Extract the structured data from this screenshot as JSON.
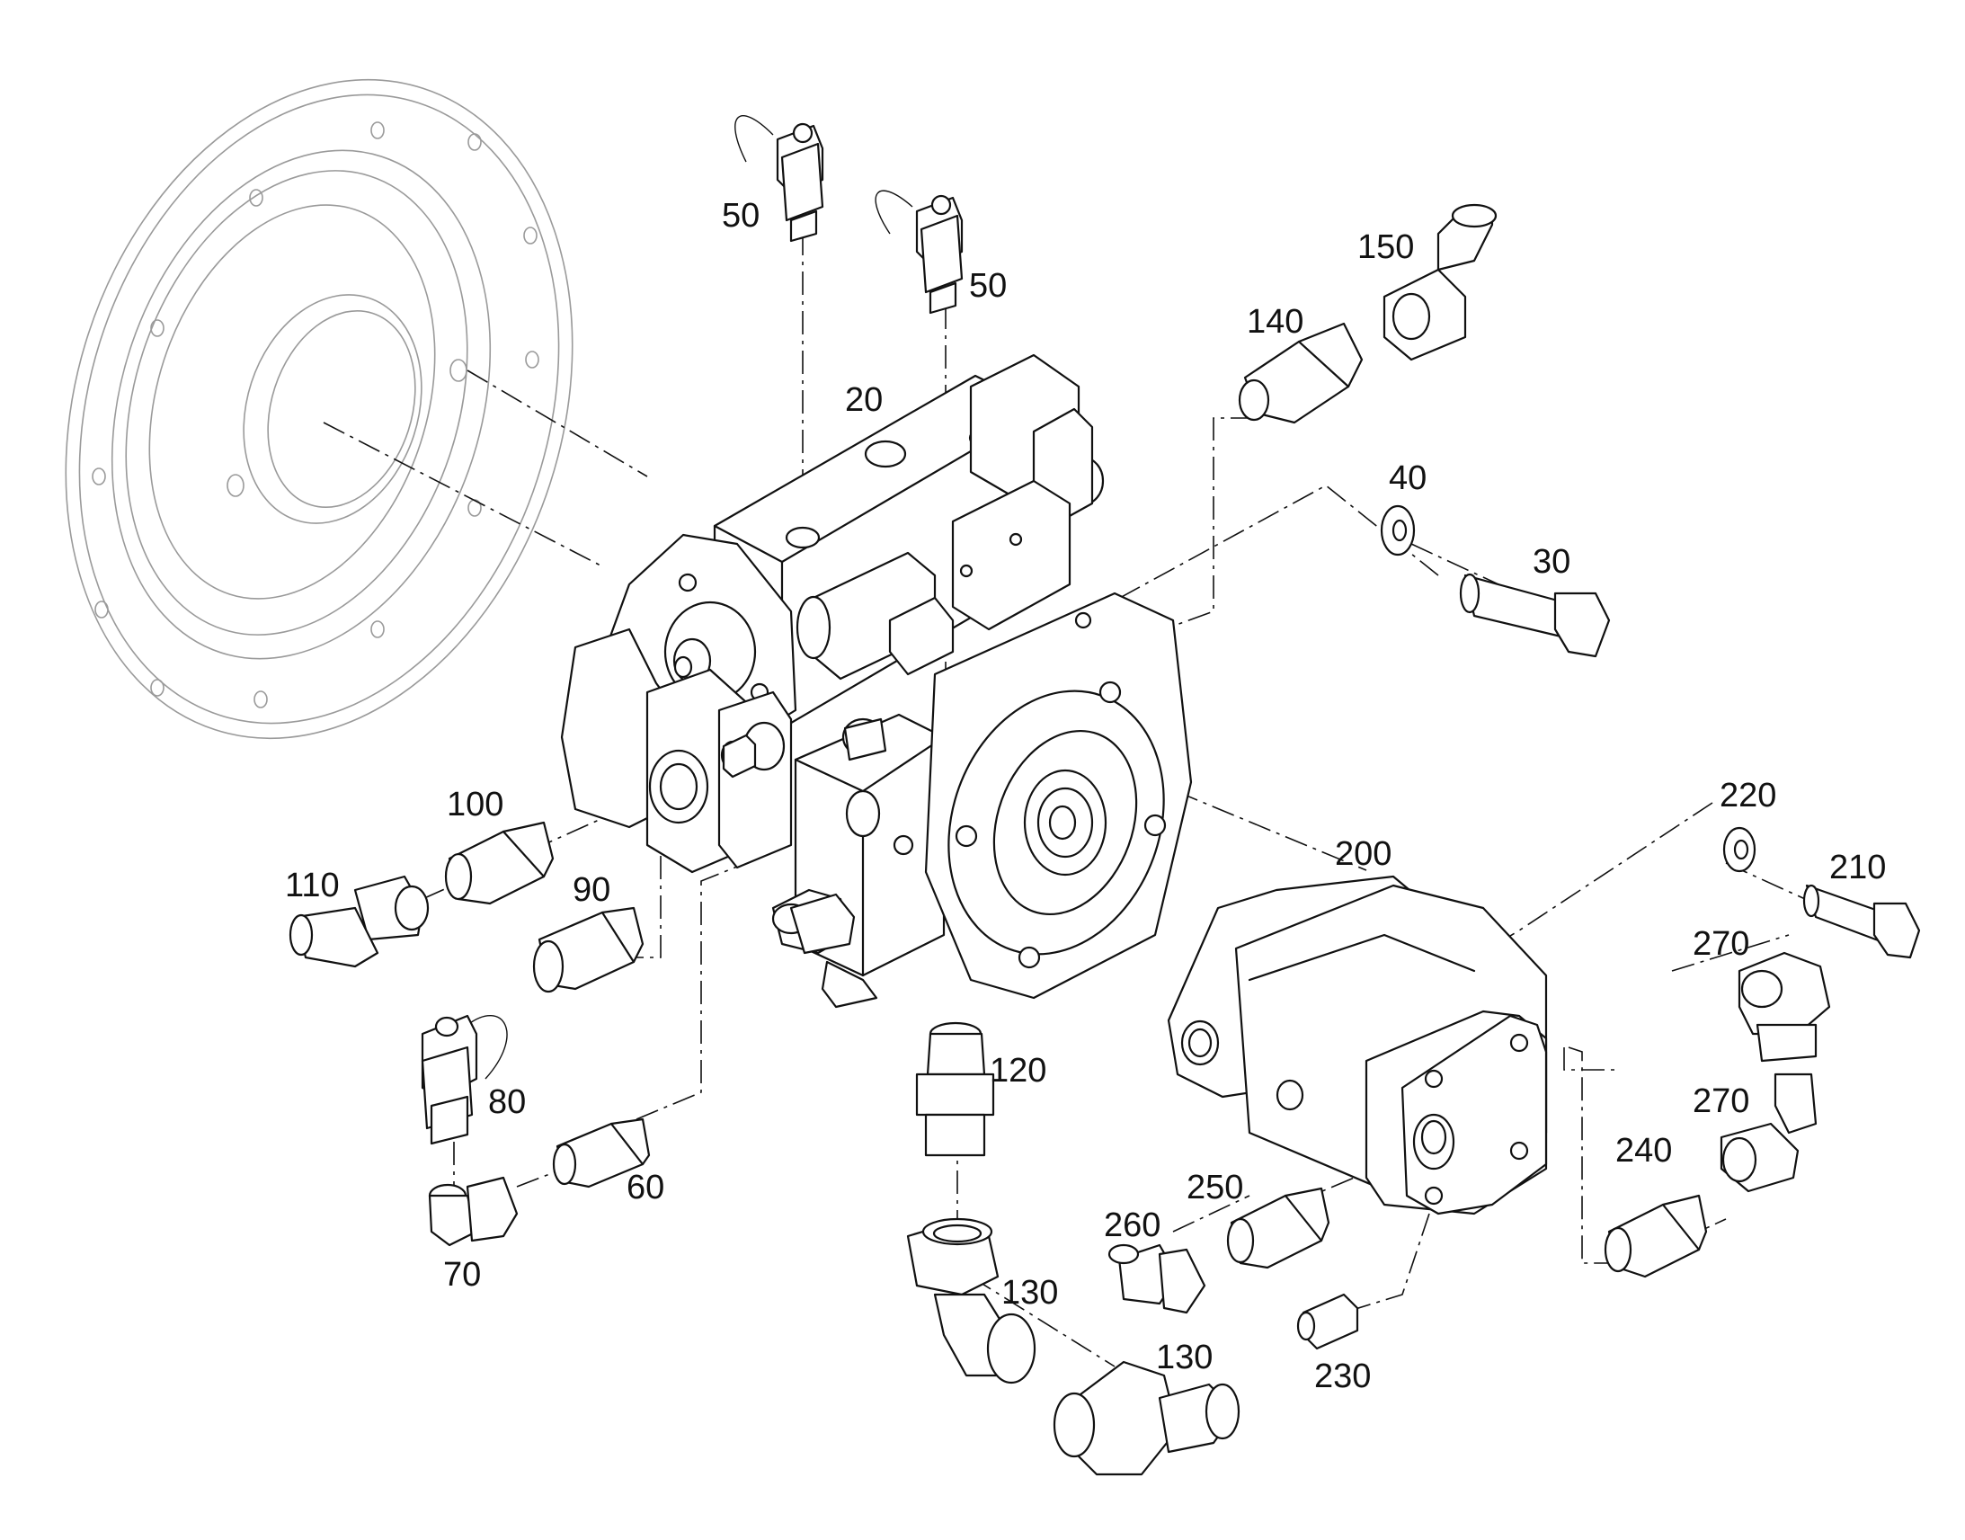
{
  "parts": [
    {
      "id": "p20",
      "label": "20"
    },
    {
      "id": "p30",
      "label": "30"
    },
    {
      "id": "p40",
      "label": "40"
    },
    {
      "id": "p50a",
      "label": "50"
    },
    {
      "id": "p50b",
      "label": "50"
    },
    {
      "id": "p60",
      "label": "60"
    },
    {
      "id": "p70",
      "label": "70"
    },
    {
      "id": "p80",
      "label": "80"
    },
    {
      "id": "p90",
      "label": "90"
    },
    {
      "id": "p100",
      "label": "100"
    },
    {
      "id": "p110",
      "label": "110"
    },
    {
      "id": "p120",
      "label": "120"
    },
    {
      "id": "p130a",
      "label": "130"
    },
    {
      "id": "p130b",
      "label": "130"
    },
    {
      "id": "p140",
      "label": "140"
    },
    {
      "id": "p150",
      "label": "150"
    },
    {
      "id": "p200",
      "label": "200"
    },
    {
      "id": "p210",
      "label": "210"
    },
    {
      "id": "p220",
      "label": "220"
    },
    {
      "id": "p230",
      "label": "230"
    },
    {
      "id": "p240",
      "label": "240"
    },
    {
      "id": "p250",
      "label": "250"
    },
    {
      "id": "p260",
      "label": "260"
    },
    {
      "id": "p270a",
      "label": "270"
    },
    {
      "id": "p270b",
      "label": "270"
    }
  ]
}
